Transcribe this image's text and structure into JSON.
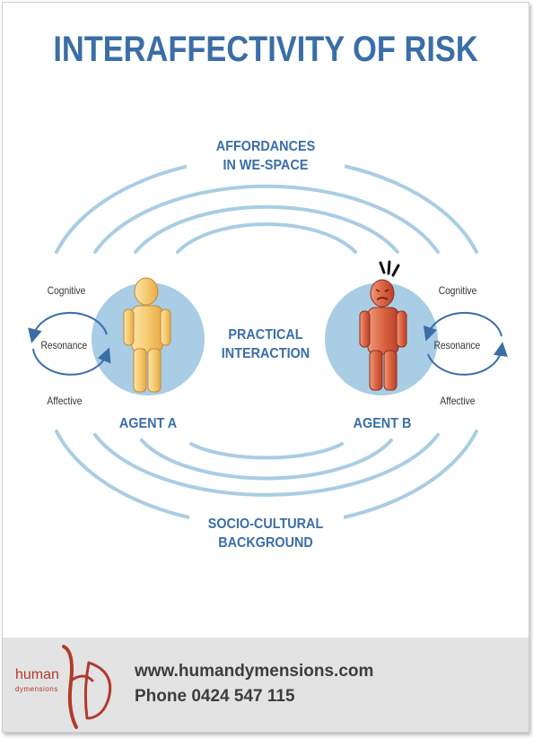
{
  "title": "INTERAFFECTIVITY OF RISK",
  "labels": {
    "affordances": [
      "AFFORDANCES",
      "IN WE-SPACE"
    ],
    "practical": [
      "PRACTICAL",
      "INTERACTION"
    ],
    "socio": [
      "SOCIO-CULTURAL",
      "BACKGROUND"
    ],
    "agent_a": "AGENT A",
    "agent_b": "AGENT B"
  },
  "cycle_left": {
    "top": "Cognitive",
    "middle": "Resonance",
    "bottom": "Affective"
  },
  "cycle_right": {
    "top": "Cognitive",
    "middle": "Resonance",
    "bottom": "Affective"
  },
  "footer": {
    "website": "www.humandymensions.com",
    "phone": "Phone 0424 547 115",
    "logo_word": "human",
    "logo_sub": "dymensions"
  },
  "colors": {
    "title": "#3a6ea8",
    "arcs": "#a9cde3",
    "agent_circle": "#a8cde4",
    "agent_a_figure": "#f2c56a",
    "agent_b_figure": "#d9613f",
    "logo": "#b23a2c",
    "footer_bg": "#e3e3e3"
  },
  "icons": [
    "agent-a-figure",
    "agent-b-figure",
    "stress-lines-icon",
    "cycle-arrows-icon",
    "hd-logo-icon"
  ]
}
